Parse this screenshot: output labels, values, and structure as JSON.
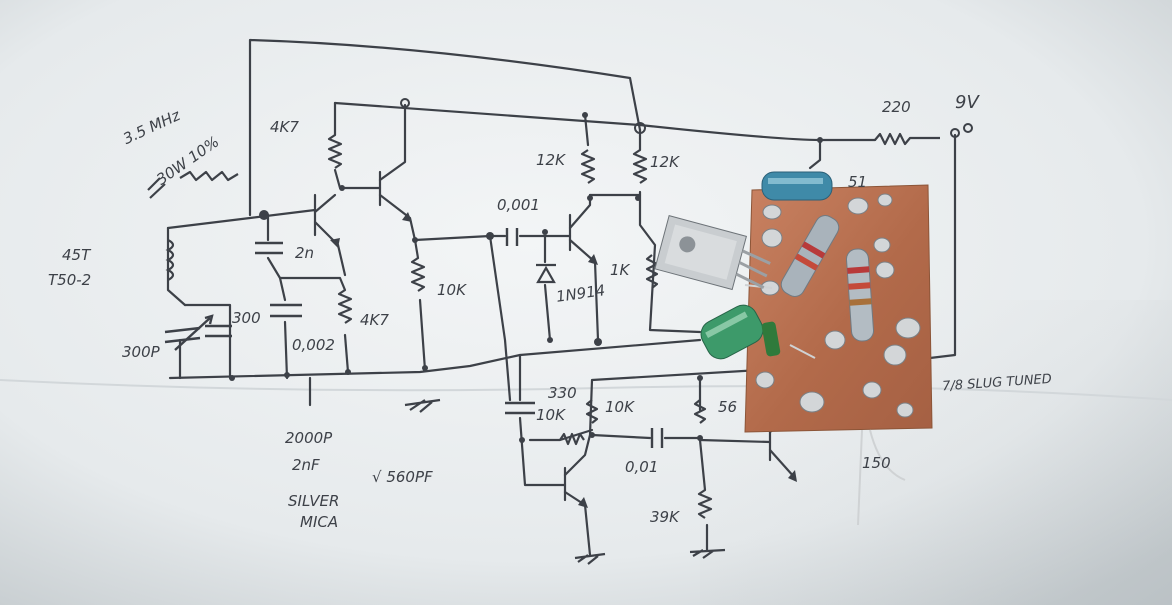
{
  "photo": {
    "subject": "hand-drawn-schematic-with-circuit-board",
    "paper_color": "#eef1f2",
    "ink_color": "#3d4148",
    "board_color": "#b8704f"
  },
  "labels": {
    "freq": "3.5 MHz",
    "trimmer": "30W 10%",
    "r_4k7_top": "4K7",
    "r_12k_a": "12K",
    "r_12k_b": "12K",
    "c_0001": "0,001",
    "c_2n": "2n",
    "coil": "45T",
    "core": "T50-2",
    "c_300": "300",
    "c_300p": "300P",
    "c_0002": "0,002",
    "r_4k7_mid": "4K7",
    "r_10k_mid": "10K",
    "zener": "1N914",
    "r_1k": "1K",
    "r_220": "220",
    "supply": "9V",
    "c_330": "330",
    "r_10k_b": "10K",
    "r_10k_c": "10K",
    "r_56": "56",
    "c_001": "0,01",
    "r_39k": "39K",
    "c_2000p": "2000P",
    "c_2nf": "2nF",
    "silver": "SILVER",
    "mica": "MICA",
    "c_560pf": "√ 560PF",
    "slug": "7/8 SLUG TUNED",
    "r_150": "150",
    "c_51": "51"
  }
}
